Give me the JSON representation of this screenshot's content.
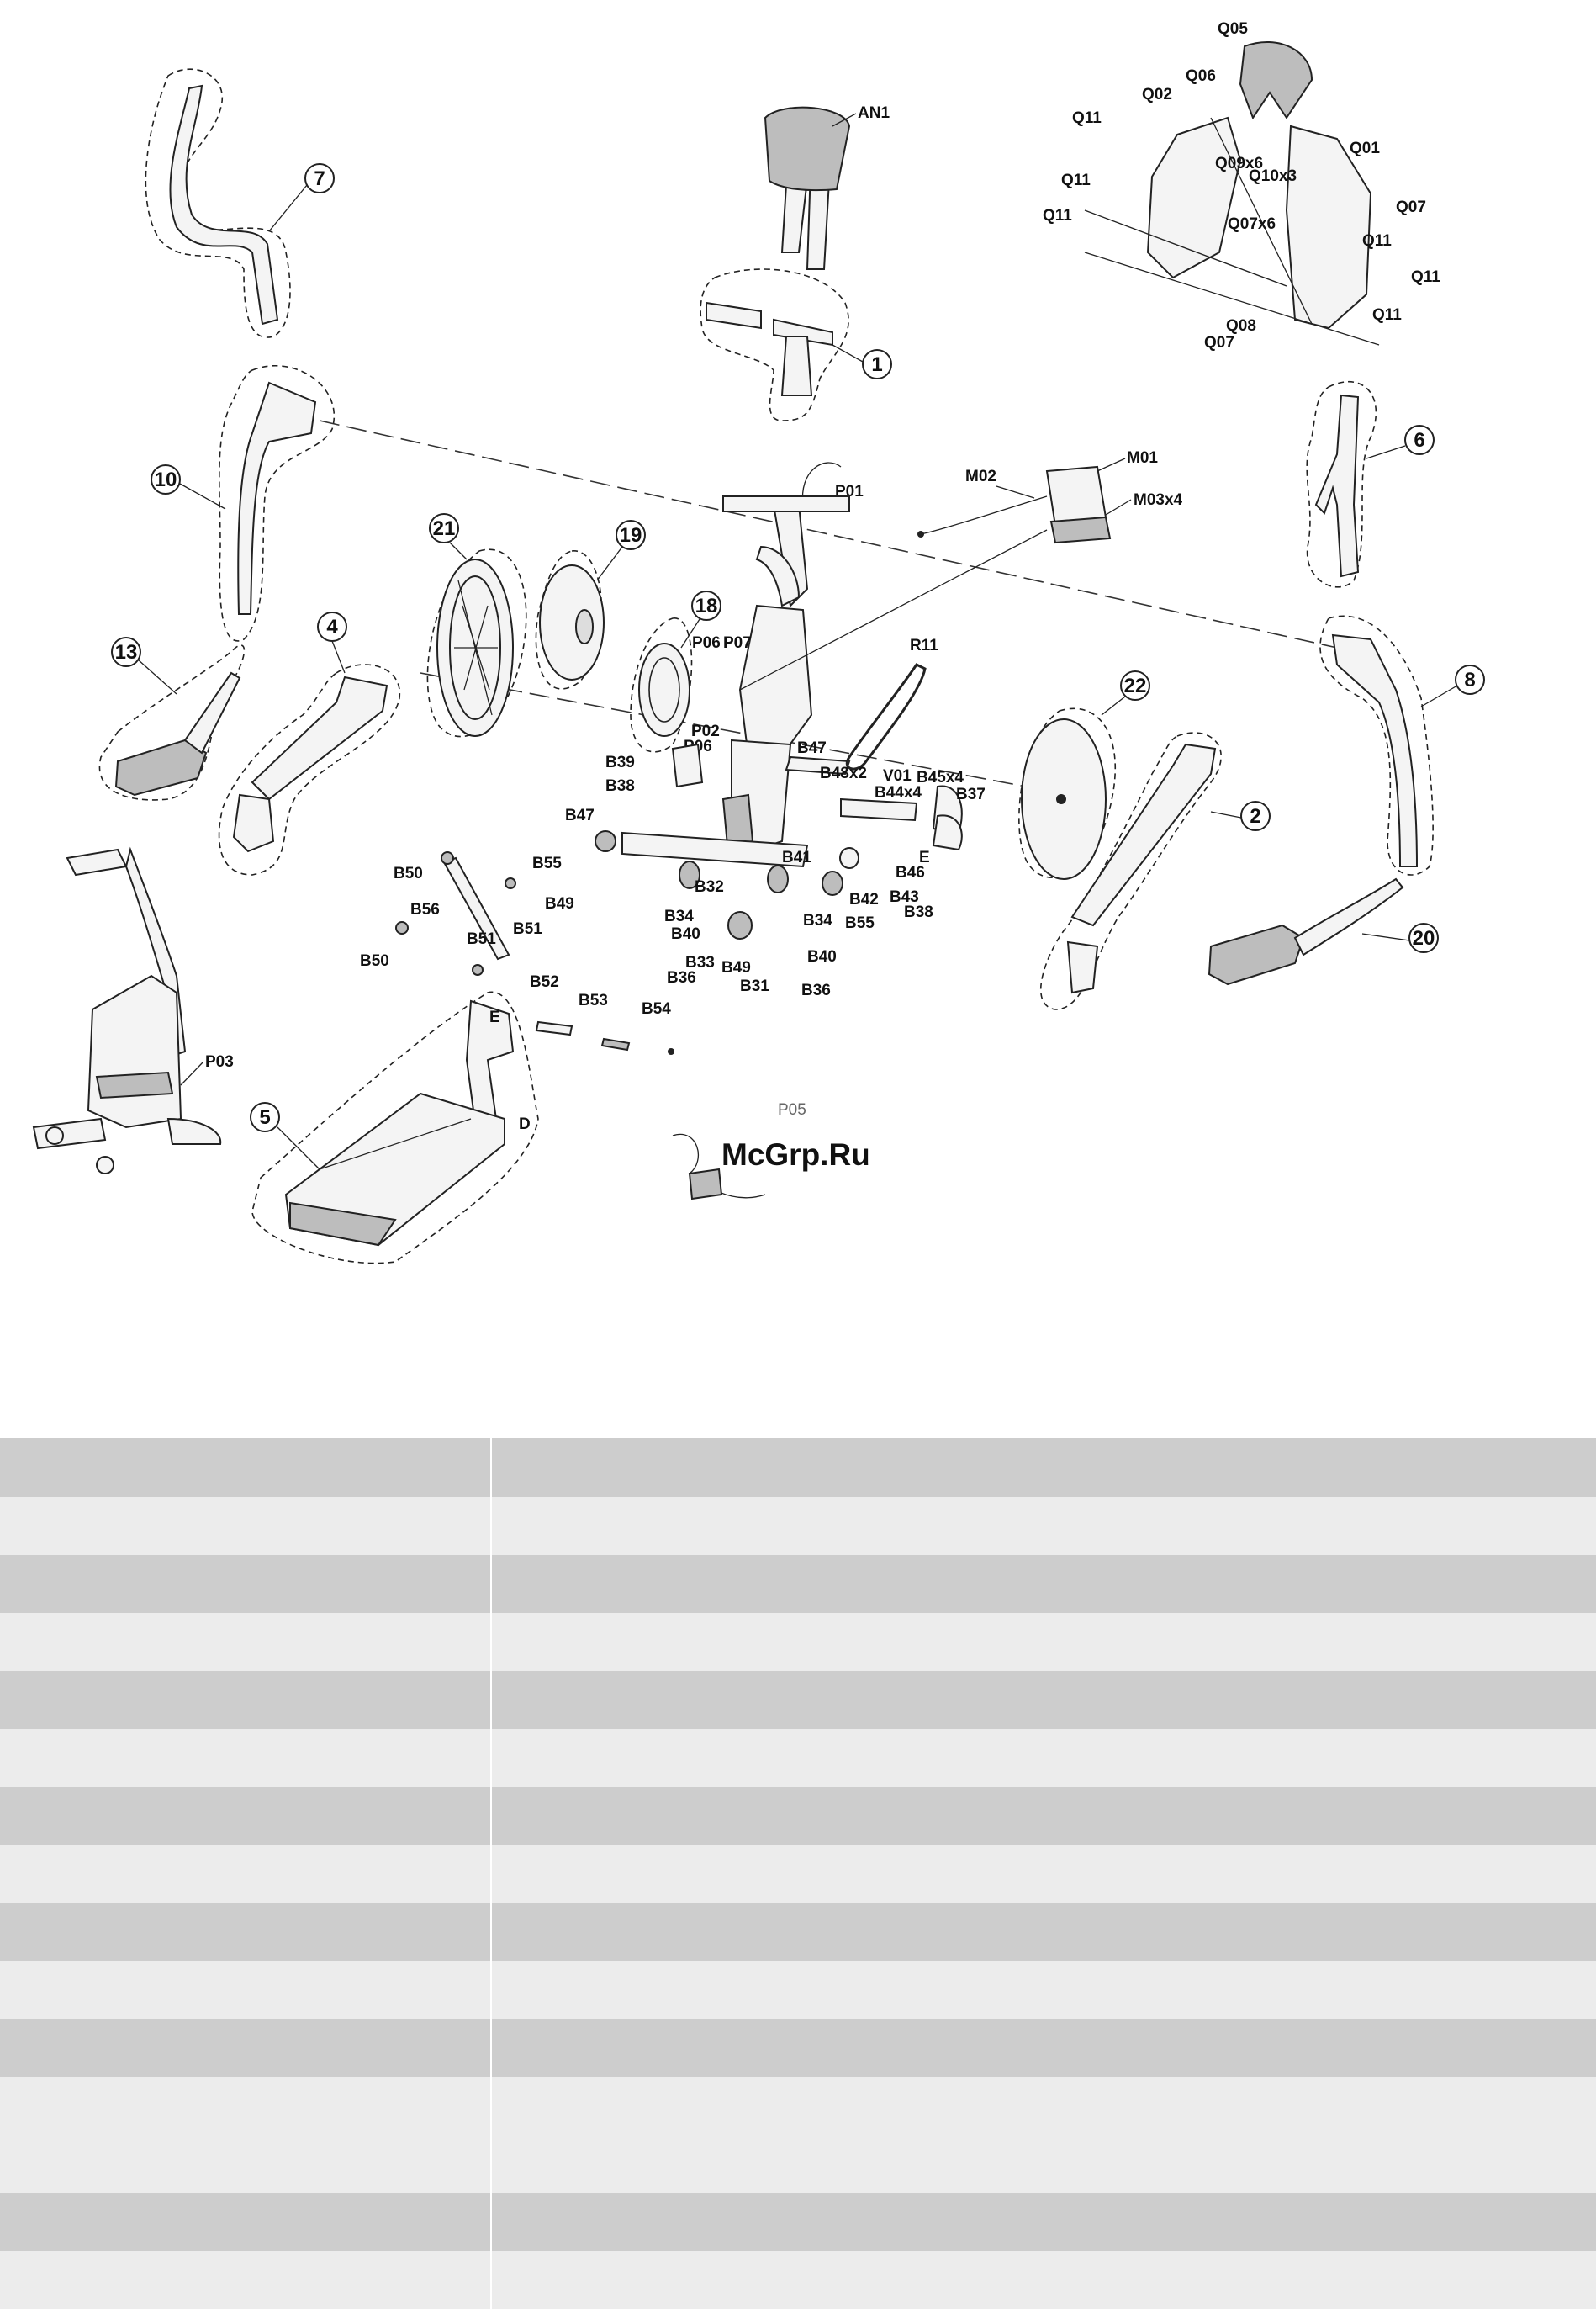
{
  "watermark": "McGrp.Ru",
  "callouts": {
    "c1": "1",
    "c2": "2",
    "c4": "4",
    "c5": "5",
    "c6": "6",
    "c7": "7",
    "c8": "8",
    "c10": "10",
    "c13": "13",
    "c18": "18",
    "c19": "19",
    "c20": "20",
    "c21": "21",
    "c22": "22"
  },
  "labels": {
    "AN1": "AN1",
    "P01": "P01",
    "M01": "M01",
    "M02": "M02",
    "M03x4": "M03x4",
    "Q05": "Q05",
    "Q06": "Q06",
    "Q02": "Q02",
    "Q11": "Q11",
    "Q01": "Q01",
    "Q09x6": "Q09x6",
    "Q10x3": "Q10x3",
    "Q07x6": "Q07x6",
    "Q07": "Q07",
    "Q08": "Q08",
    "R11": "R11",
    "P06": "P06",
    "P07": "P07",
    "P02": "P02",
    "B39": "B39",
    "B38": "B38",
    "B47": "B47",
    "B48x2": "B48x2",
    "V01": "V01",
    "B45x4": "B45x4",
    "B44x4": "B44x4",
    "B37": "B37",
    "B55": "B55",
    "B41": "B41",
    "B46": "B46",
    "B43": "B43",
    "B42": "B42",
    "B49": "B49",
    "B32": "B32",
    "B34": "B34",
    "B40": "B40",
    "B33": "B33",
    "B36": "B36",
    "B31": "B31",
    "B50": "B50",
    "B56": "B56",
    "B51": "B51",
    "B52": "B52",
    "B53": "B53",
    "B54": "B54",
    "P03": "P03",
    "P05": "P05",
    "E": "E",
    "D": "D"
  },
  "table": {
    "rows": [
      {
        "shade": "dark",
        "height": "standard"
      },
      {
        "shade": "light",
        "height": "standard"
      },
      {
        "shade": "dark",
        "height": "standard"
      },
      {
        "shade": "light",
        "height": "standard"
      },
      {
        "shade": "dark",
        "height": "standard"
      },
      {
        "shade": "light",
        "height": "standard"
      },
      {
        "shade": "dark",
        "height": "standard"
      },
      {
        "shade": "light",
        "height": "standard"
      },
      {
        "shade": "dark",
        "height": "standard"
      },
      {
        "shade": "light",
        "height": "standard"
      },
      {
        "shade": "dark",
        "height": "standard"
      },
      {
        "shade": "light",
        "height": "double"
      },
      {
        "shade": "dark",
        "height": "standard"
      },
      {
        "shade": "light",
        "height": "standard"
      }
    ]
  }
}
